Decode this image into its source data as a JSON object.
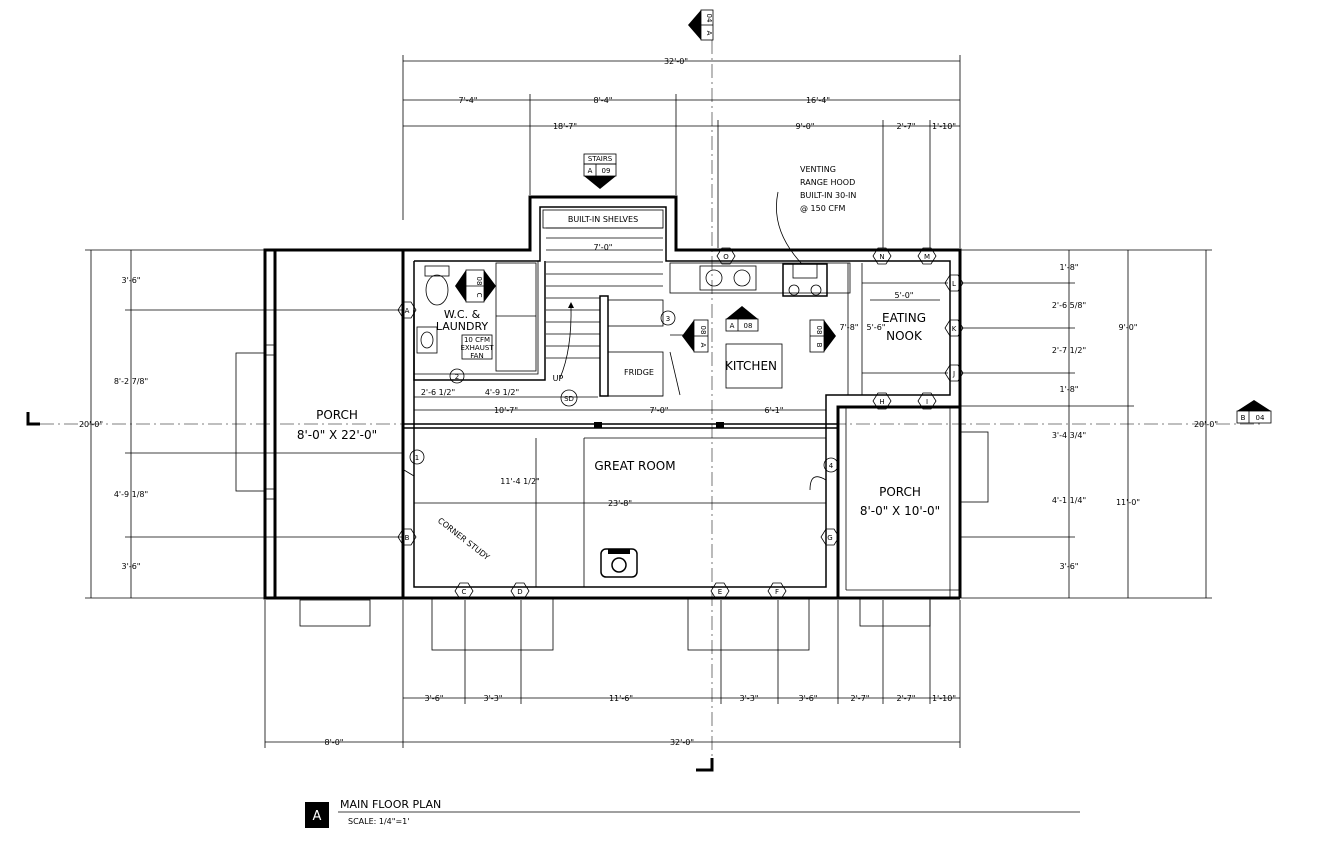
{
  "title_block": {
    "letter": "A",
    "title": "MAIN FLOOR PLAN",
    "scale": "SCALE: 1/4\"=1'"
  },
  "rooms": {
    "porch_west": "PORCH",
    "porch_west_size": "8'-0\" X 22'-0\"",
    "wc": "W.C. &",
    "laundry": "LAUNDRY",
    "kitchen": "KITCHEN",
    "eating": "EATING",
    "nook": "NOOK",
    "great_room": "GREAT ROOM",
    "porch_east": "PORCH",
    "porch_east_size": "8'-0\" X 10'-0\"",
    "fridge": "FRIDGE",
    "built_in_shelves": "BUILT-IN SHELVES",
    "corner_study": "CORNER STUDY",
    "up": "UP",
    "sd": "SD",
    "exhaust_1": "10 CFM",
    "exhaust_2": "EXHAUST",
    "exhaust_3": "FAN"
  },
  "notes": {
    "hood_1": "VENTING",
    "hood_2": "RANGE HOOD",
    "hood_3": "BUILT-IN 30-IN",
    "hood_4": "@ 150 CFM",
    "stairs": "STAIRS",
    "stairs_ref_a": "A",
    "stairs_ref_n": "09"
  },
  "section_refs": {
    "a04_letter": "A",
    "a04_num": "04",
    "b04_letter": "B",
    "b04_num": "04",
    "c08_letter": "C",
    "c08_num": "08",
    "a08v_letter": "A",
    "a08v_num": "08",
    "a08_letter": "A",
    "a08_num": "08",
    "b08_letter": "B",
    "b08_num": "08"
  },
  "dims_top": {
    "overall": "32'-0\"",
    "d1": "7'-4\"",
    "d2": "8'-4\"",
    "d3": "16'-4\"",
    "e1": "18'-7\"",
    "e2": "9'-0\"",
    "e3": "2'-7\"",
    "e4": "1'-10\""
  },
  "dims_bottom": {
    "b1": "3'-6\"",
    "b2": "3'-3\"",
    "b3": "11'-6\"",
    "b4": "3'-3\"",
    "b5": "3'-6\"",
    "b6": "2'-7\"",
    "b7": "2'-7\"",
    "b8": "1'-10\"",
    "porch": "8'-0\"",
    "overall": "32'-0\""
  },
  "dims_left": {
    "l1": "3'-6\"",
    "l2": "8'-2 7/8\"",
    "l3": "4'-9 1/8\"",
    "l4": "3'-6\"",
    "overall": "20'-0\""
  },
  "dims_right": {
    "r1": "1'-8\"",
    "r2": "2'-6 5/8\"",
    "r3": "2'-7 1/2\"",
    "r4": "1'-8\"",
    "r5": "3'-4 3/4\"",
    "r6": "4'-1 1/4\"",
    "r7": "3'-6\"",
    "r8": "9'-0\"",
    "r9": "11'-0\"",
    "overall": "20'-0\""
  },
  "dims_interior": {
    "i1": "7'-0\"",
    "i2": "2'-6 1/2\"",
    "i3": "4'-9 1/2\"",
    "i4": "10'-7\"",
    "i5": "7'-0\"",
    "i6": "6'-1\"",
    "i7": "11'-4 1/2\"",
    "i8": "23'-8\"",
    "i9": "7'-8\"",
    "i10": "5'-6\"",
    "i11": "5'-0\""
  },
  "grid_tags": [
    "A",
    "B",
    "C",
    "D",
    "E",
    "F",
    "G",
    "H",
    "I",
    "J",
    "K",
    "L",
    "M",
    "N",
    "O"
  ],
  "door_tags": [
    "1",
    "2",
    "3",
    "4"
  ]
}
